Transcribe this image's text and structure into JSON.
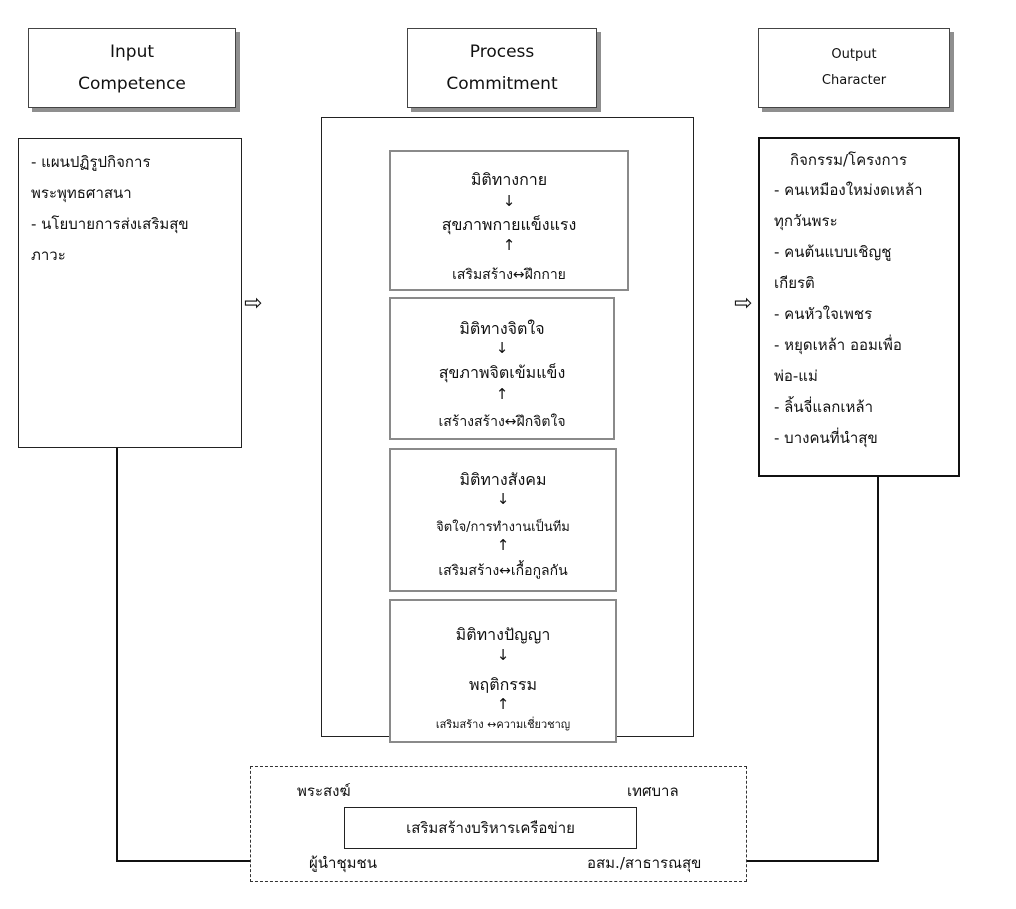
{
  "input": {
    "header": [
      "Input",
      "Competence"
    ],
    "items": [
      "- แผนปฏิรูปกิจการ",
      "พระพุทธศาสนา",
      "- นโยบายการส่งเสริมสุข",
      "ภาวะ"
    ]
  },
  "process": {
    "header": [
      "Process",
      "Commitment"
    ],
    "dimensions": [
      {
        "title": "มิติทางกาย",
        "health": "สุขภาพกายแข็งแรง",
        "activity": "เสริมสร้าง↔ฝึกกาย"
      },
      {
        "title": "มิติทางจิตใจ",
        "health": "สุขภาพจิตเข้มแข็ง",
        "activity": "เสร้างสร้าง↔ฝึกจิตใจ"
      },
      {
        "title": "มิติทางสังคม",
        "health": "จิตใจ/การทำงานเป็นทีม",
        "activity": "เสริมสร้าง↔เกื้อกูลกัน"
      },
      {
        "title": "มิติทางปัญญา",
        "health": "พฤติกรรม",
        "activity": "เสริมสร้าง ↔ความเชี่ยวชาญ"
      }
    ],
    "arrow_down": "↓",
    "arrow_up": "↑"
  },
  "output": {
    "header": [
      "Output",
      "Character"
    ],
    "title": "กิจกรรม/โครงการ",
    "items": [
      "- คนเหมืองใหม่งดเหล้า",
      "ทุกวันพระ",
      "- คนต้นแบบเชิญชู",
      "เกียรติ",
      "- คนหัวใจเพชร",
      "- หยุดเหล้า ออมเพื่อ",
      "พ่อ-แม่",
      "- ลิ้นจี่แลกเหล้า",
      "- บางคนที่นำสุข"
    ]
  },
  "network": {
    "center": "เสริมสร้างบริหารเครือข่าย",
    "top_left": "พระสงฆ์",
    "top_right": "เทศบาล",
    "bottom_left": "ผู้นำชุมชน",
    "bottom_right": "อสม./สาธารณสุข"
  },
  "connector_arrow": "⇨"
}
